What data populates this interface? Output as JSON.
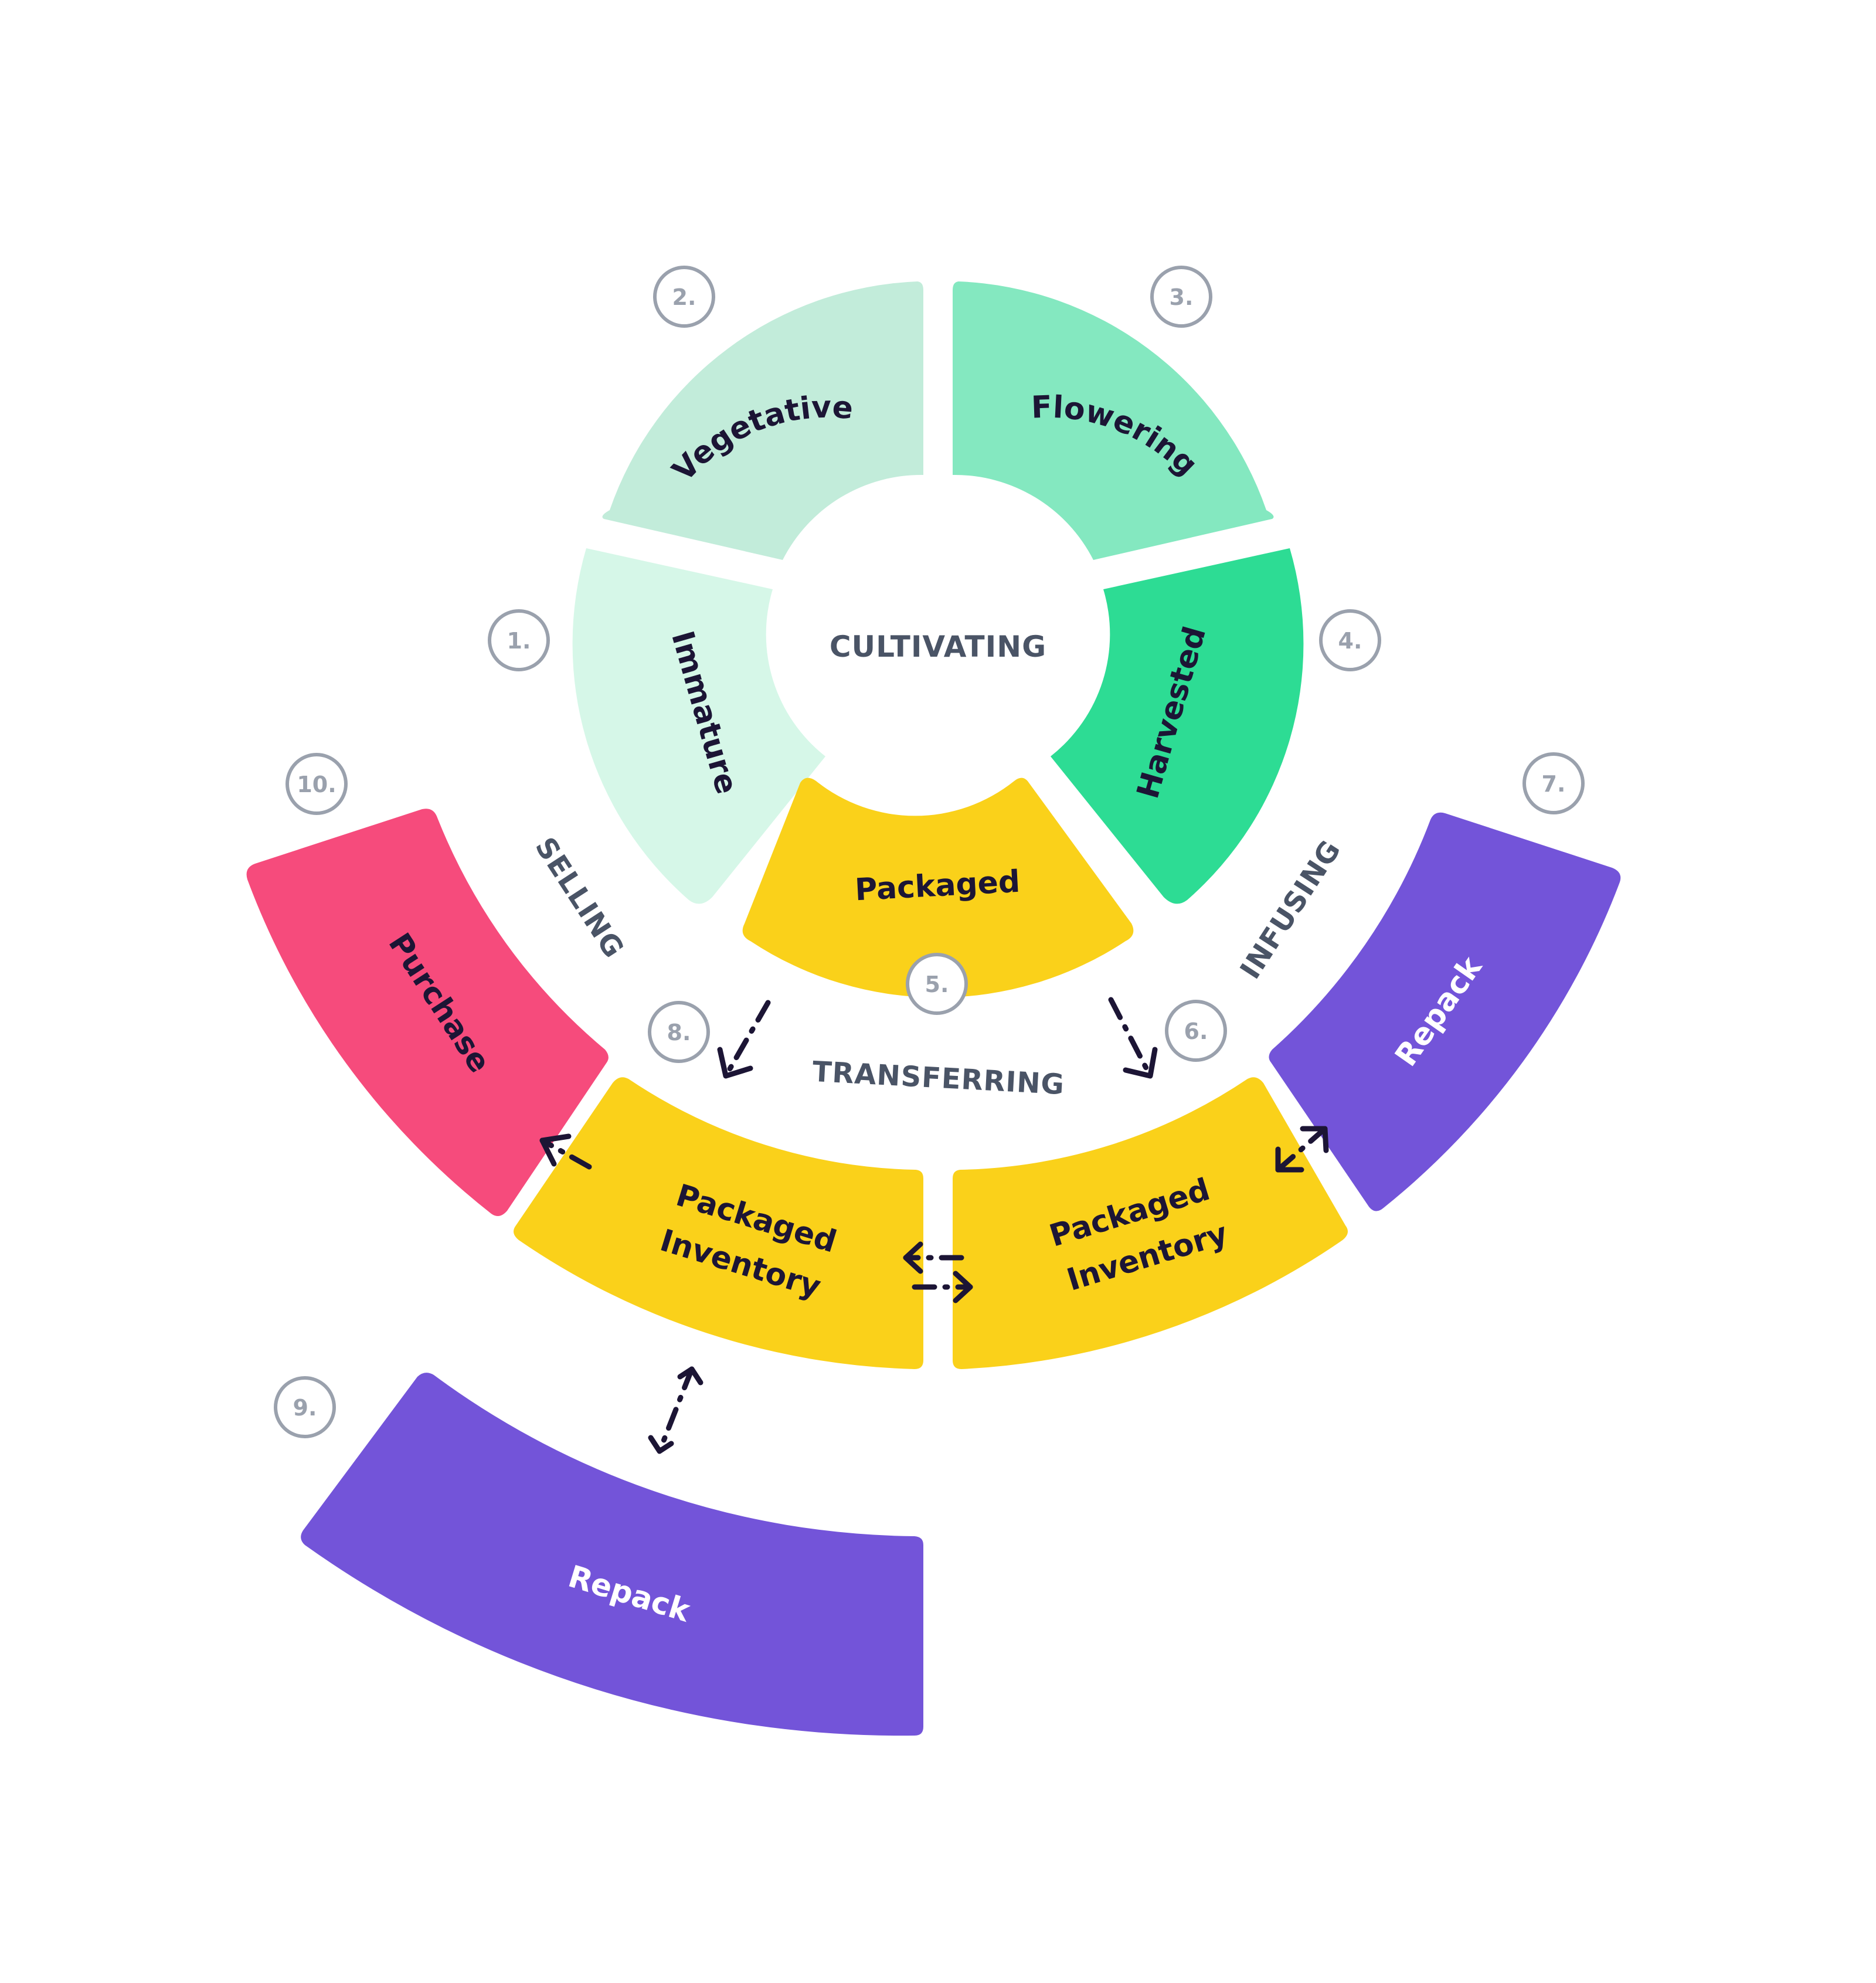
{
  "colors": {
    "immature": "#d6f7e8",
    "vegetative": "#c2ecda",
    "flowering": "#84e8c0",
    "harvested": "#2ddc94",
    "packaged": "#fad11a",
    "purchase": "#f64b7c",
    "repack": "#7354d9",
    "dark_text": "#1c1535",
    "gray_text": "#4a5466",
    "number_gray": "#9aa1ad"
  },
  "center": {
    "label": "CULTIVATING"
  },
  "segments": {
    "immature": "Immature",
    "vegetative": "Vegetative",
    "flowering": "Flowering",
    "harvested": "Harvested",
    "packaged": "Packaged",
    "packaged_inventory_left": [
      "Packaged",
      "Inventory"
    ],
    "packaged_inventory_right": [
      "Packaged",
      "Inventory"
    ],
    "purchase": "Purchase",
    "repack_right": "Repack",
    "repack_bottom": "Repack"
  },
  "sections": {
    "selling": "SELLING",
    "infusing": "INFUSING",
    "transferring": "TRANSFERRING"
  },
  "numbers": {
    "n1": "1.",
    "n2": "2.",
    "n3": "3.",
    "n4": "4.",
    "n5": "5.",
    "n6": "6.",
    "n7": "7.",
    "n8": "8.",
    "n9": "9.",
    "n10": "10."
  }
}
